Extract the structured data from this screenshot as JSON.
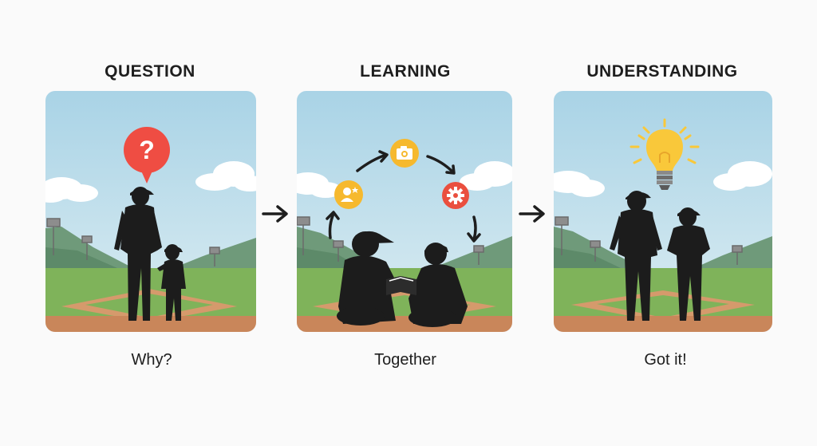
{
  "steps": [
    {
      "title": "QUESTION",
      "caption": "Why?",
      "icon": "question-mark-bubble-icon"
    },
    {
      "title": "LEARNING",
      "caption": "Together",
      "icons": [
        "person-star-icon",
        "camera-icon",
        "gear-icon"
      ]
    },
    {
      "title": "UNDERSTANDING",
      "caption": "Got it!",
      "icon": "lightbulb-icon"
    }
  ],
  "flow": [
    "arrow-right-icon",
    "arrow-right-icon"
  ],
  "colors": {
    "sky": "#b9dcea",
    "grass": "#7fb35a",
    "dirt": "#c9865a",
    "silhouette": "#1c1c1c",
    "question_bubble": "#ef4d43",
    "learning_yellow": "#f6b92e",
    "learning_red": "#ea4f3e",
    "bulb": "#f9c83a"
  }
}
